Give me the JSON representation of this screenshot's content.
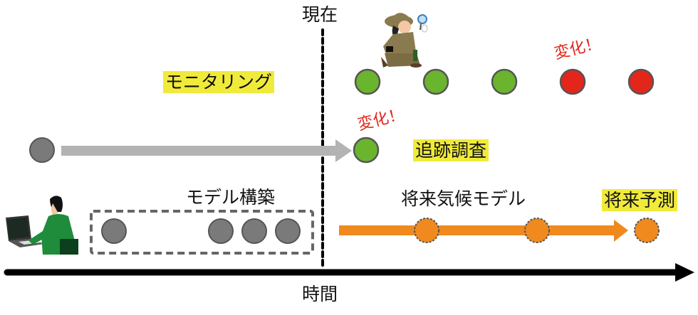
{
  "labels": {
    "now": "現在",
    "monitoring": "モニタリング",
    "change_top": "変化！",
    "change_mid": "変化！",
    "follow_up": "追跡調査",
    "model_building": "モデル構築",
    "future_climate_model": "将来気候モデル",
    "future_prediction": "将来予測",
    "time_axis": "時間"
  },
  "monitoring_points": [
    {
      "status": "normal",
      "color": "#6ab42e"
    },
    {
      "status": "normal",
      "color": "#6ab42e"
    },
    {
      "status": "normal",
      "color": "#6ab42e"
    },
    {
      "status": "changed",
      "color": "#e3261b"
    },
    {
      "status": "changed",
      "color": "#e3261b"
    }
  ],
  "model_points_count": 4,
  "future_points_count": 3,
  "colors": {
    "gray_dot": "#7a7a7a",
    "gray_arrow": "#b3b3b3",
    "orange": "#f08a1e",
    "green": "#6ab42e",
    "red": "#e3261b",
    "highlight": "#f0ea3a",
    "axis": "#000000"
  },
  "icons": {
    "explorer": "explorer-with-magnifier-icon",
    "programmer": "person-at-laptop-icon"
  }
}
